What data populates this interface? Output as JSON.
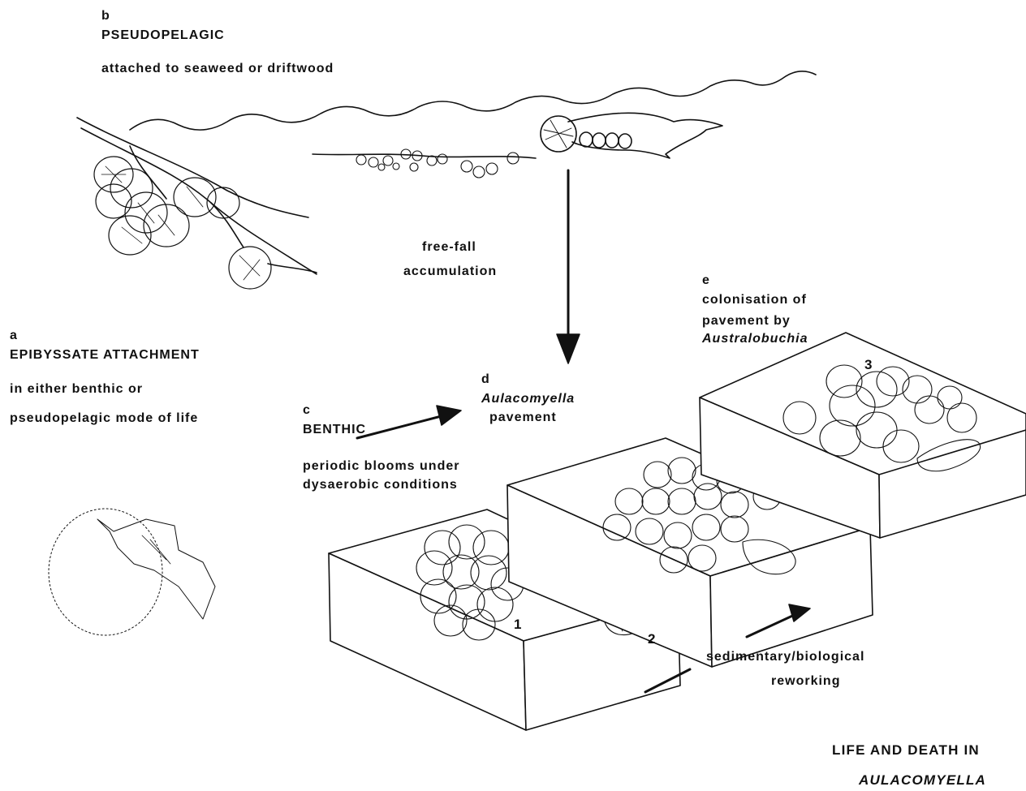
{
  "panel_b": {
    "letter": "b",
    "heading": "PSEUDOPELAGIC",
    "desc": "attached to seaweed or driftwood"
  },
  "transfer": {
    "line1": "free-fall",
    "line2": "accumulation"
  },
  "panel_a": {
    "letter": "a",
    "heading": "EPIBYSSATE ATTACHMENT",
    "desc1": "in either benthic or",
    "desc2": "pseudopelagic mode of life"
  },
  "panel_c": {
    "letter": "c",
    "heading": "BENTHIC",
    "desc1": "periodic blooms under",
    "desc2": "dysaerobic conditions"
  },
  "panel_d": {
    "letter": "d",
    "taxon": "Aulacomyella",
    "desc": "pavement"
  },
  "panel_e": {
    "letter": "e",
    "line1": "colonisation of",
    "line2": "pavement by",
    "taxon": "Australobuchia"
  },
  "blocks": {
    "label1": "1",
    "label2": "2",
    "label3": "3"
  },
  "reworking": {
    "line1": "sedimentary/biological",
    "line2": "reworking"
  },
  "caption": {
    "line1": "LIFE  AND DEATH IN",
    "line2": "AULACOMYELLA"
  }
}
